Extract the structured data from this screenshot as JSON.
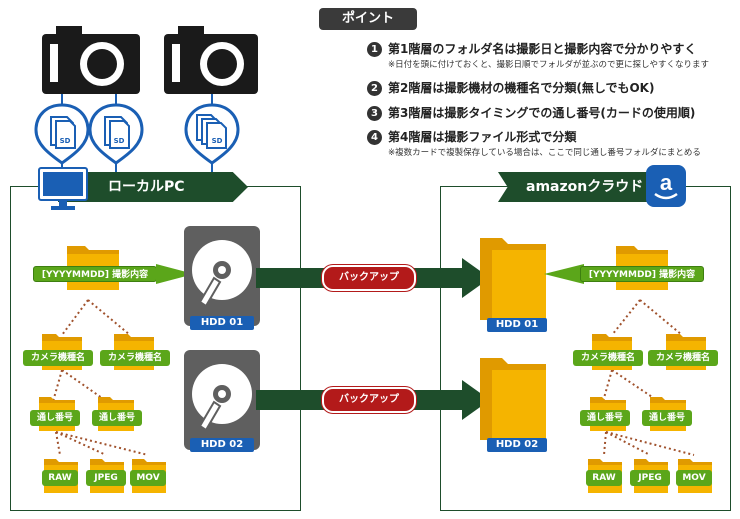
{
  "point_title": "ポイント",
  "points": [
    {
      "num": "1",
      "text": "第1階層のフォルダ名は撮影日と撮影内容で分かりやすく",
      "note": "※日付を頭に付けておくと、撮影日順でフォルダが並ぶので更に探しやすくなります"
    },
    {
      "num": "2",
      "text": "第2階層は撮影機材の機種名で分類(無しでもOK)",
      "note": ""
    },
    {
      "num": "3",
      "text": "第3階層は撮影タイミングでの通し番号(カードの使用順)",
      "note": ""
    },
    {
      "num": "4",
      "text": "第4階層は撮影ファイル形式で分類",
      "note": "※複数カードで複製保存している場合は、ここで同じ通し番号フォルダにまとめる"
    }
  ],
  "sd_label": "SD",
  "local": {
    "title": "ローカルPC",
    "top_folder": "[YYYYMMDD] 撮影内容",
    "camera_folders": [
      "カメラ機種名",
      "カメラ機種名"
    ],
    "serial_folders": [
      "通し番号",
      "通し番号"
    ],
    "format_folders": [
      "RAW",
      "JPEG",
      "MOV"
    ],
    "hdds": [
      "HDD 01",
      "HDD 02"
    ]
  },
  "backup_label": "バックアップ",
  "cloud": {
    "title": "amazonクラウド",
    "logo_letter": "a",
    "top_folder": "[YYYYMMDD] 撮影内容",
    "camera_folders": [
      "カメラ機種名",
      "カメラ機種名"
    ],
    "serial_folders": [
      "通し番号",
      "通し番号"
    ],
    "format_folders": [
      "RAW",
      "JPEG",
      "MOV"
    ],
    "hdds": [
      "HDD 01",
      "HDD 02"
    ]
  },
  "colors": {
    "green_dark": "#1e4d2b",
    "green_label": "#5ba61a",
    "folder": "#f5b400",
    "folder_dark": "#e09a00",
    "hdd_blue": "#1a5fb4",
    "backup_red": "#b31a1a",
    "sd_blue": "#1a5fb4"
  }
}
